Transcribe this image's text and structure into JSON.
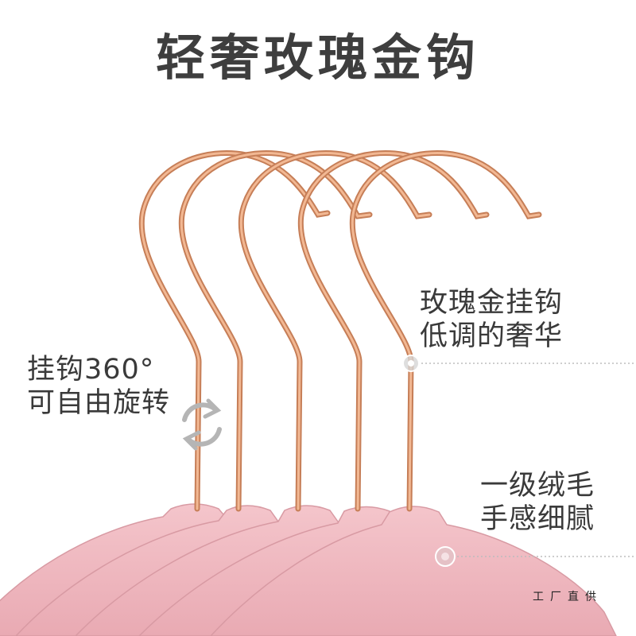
{
  "title": "轻奢玫瑰金钩",
  "features": {
    "rose_gold": {
      "line1": "玫瑰金挂钩",
      "line2": "低调的奢华"
    },
    "rotate": {
      "line1": "挂钩360°",
      "line2": "可自由旋转"
    },
    "velvet": {
      "line1": "一级绒毛",
      "line2": "手感细腻"
    }
  },
  "factory_tag": "工厂直供",
  "colors": {
    "title": "#3e3e3e",
    "hook": "#e8a57e",
    "hook_dark": "#c67e57",
    "velvet": "#f0bcc3",
    "velvet_dark": "#dfa1aa",
    "marker": "#bdbdbd"
  },
  "icons": [
    "rotate-arrows-icon",
    "callout-dot-icon"
  ]
}
